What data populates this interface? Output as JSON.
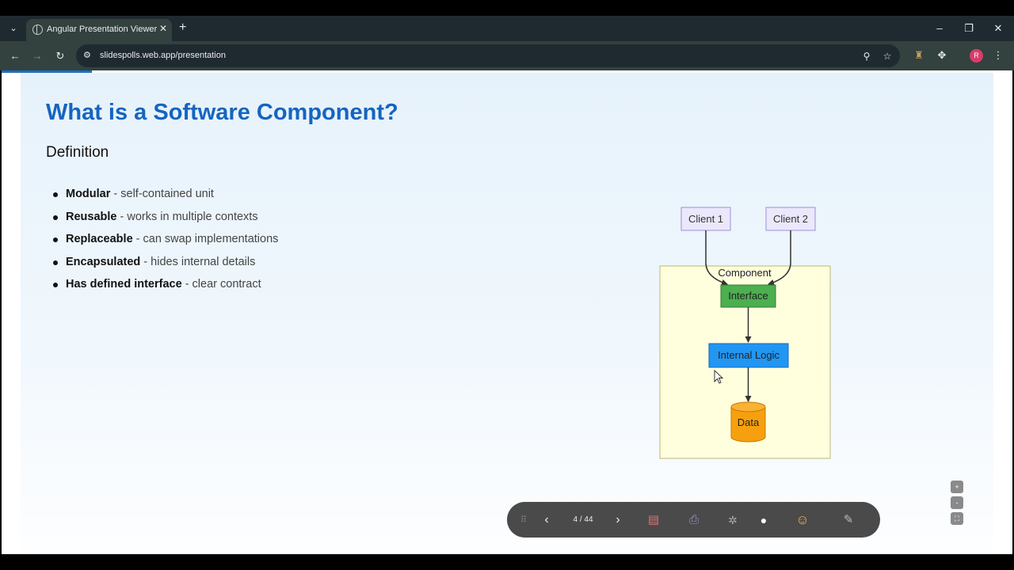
{
  "browser": {
    "tab_title": "Angular Presentation Viewer",
    "url": "slidespolls.web.app/presentation",
    "profile_initial": "R"
  },
  "slide": {
    "title": "What is a Software Component?",
    "subtitle": "Definition",
    "bullets": [
      {
        "term": "Modular",
        "desc": " - self-contained unit"
      },
      {
        "term": "Reusable",
        "desc": " - works in multiple contexts"
      },
      {
        "term": "Replaceable",
        "desc": " - can swap implementations"
      },
      {
        "term": "Encapsulated",
        "desc": " - hides internal details"
      },
      {
        "term": "Has defined interface",
        "desc": " - clear contract"
      }
    ],
    "diagram": {
      "container_label": "Component",
      "client1": "Client 1",
      "client2": "Client 2",
      "interface": "Interface",
      "logic": "Internal Logic",
      "data": "Data",
      "colors": {
        "container_fill": "#ffffde",
        "client_fill": "#ece8fb",
        "interface_fill": "#4caf50",
        "logic_fill": "#2196f3",
        "data_fill": "#f7a00f"
      }
    }
  },
  "controls": {
    "page_indicator": "4 / 44",
    "icons": [
      "drag-handle-icon",
      "prev-icon",
      "next-icon",
      "pdf-icon",
      "print-icon",
      "settings-icon",
      "dot-icon",
      "emoji-icon",
      "laser-pointer-icon"
    ]
  },
  "zoom": {
    "plus": "+",
    "minus": "-",
    "fit": "⛶"
  }
}
